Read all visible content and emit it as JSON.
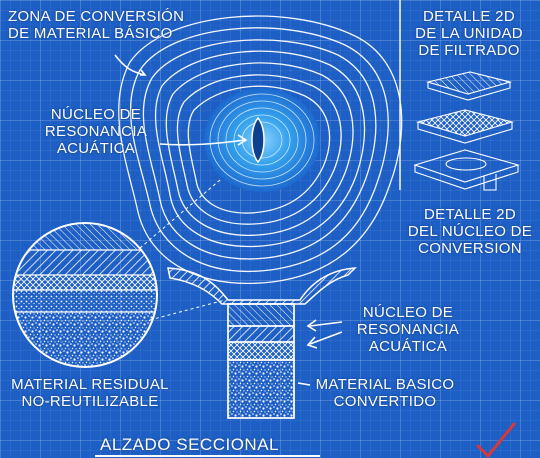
{
  "colors": {
    "background": "#1d5fc4",
    "grid": "#ffffff",
    "lines": "#ffffff",
    "core_glow": "#35a8f0",
    "check_mark": "#d8383a"
  },
  "labels": {
    "zona": "ZONA DE CONVERSIÓN\nDE MATERIAL BÁSICO",
    "nucleo_left": "NÚCLEO DE\nRESONANCIA\nACUÁTICA",
    "detalle_filtrado": "DETALLE 2D\nDE LA UNIDAD\nDE FILTRADO",
    "detalle_nucleo": "DETALLE 2D\nDEL NÚCLEO DE\nCONVERSION",
    "nucleo_right": "NÚCLEO DE\nRESONANCIA\nACUÁTICA",
    "residual": "MATERIAL RESIDUAL\nNO-REUTILIZABLE",
    "basico_convertido": "MATERIAL BASICO\nCONVERTIDO",
    "alzado": "ALZADO SECCIONAL"
  },
  "icons": {
    "check": "check-mark-icon"
  }
}
